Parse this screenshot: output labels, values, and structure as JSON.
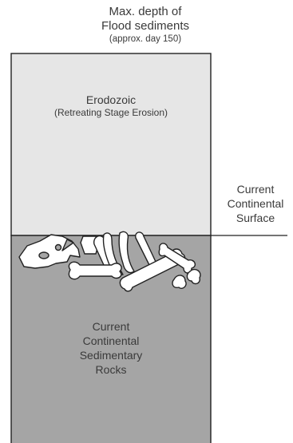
{
  "top_caption": {
    "line1": "Max. depth of",
    "line2": "Flood sediments",
    "line3": "(approx. day 150)"
  },
  "upper_layer": {
    "title": "Erodozoic",
    "subtitle": "(Retreating Stage Erosion)",
    "color": "#e6e6e6"
  },
  "lower_layer": {
    "lines": [
      "Current",
      "Continental",
      "Sedimentary",
      "Rocks"
    ],
    "color": "#a5a5a5"
  },
  "surface_label": {
    "lines": [
      "Current",
      "Continental",
      "Surface"
    ]
  },
  "fossil": {
    "icon": "dinosaur-bones-icon",
    "bone_color": "#ffffff"
  }
}
